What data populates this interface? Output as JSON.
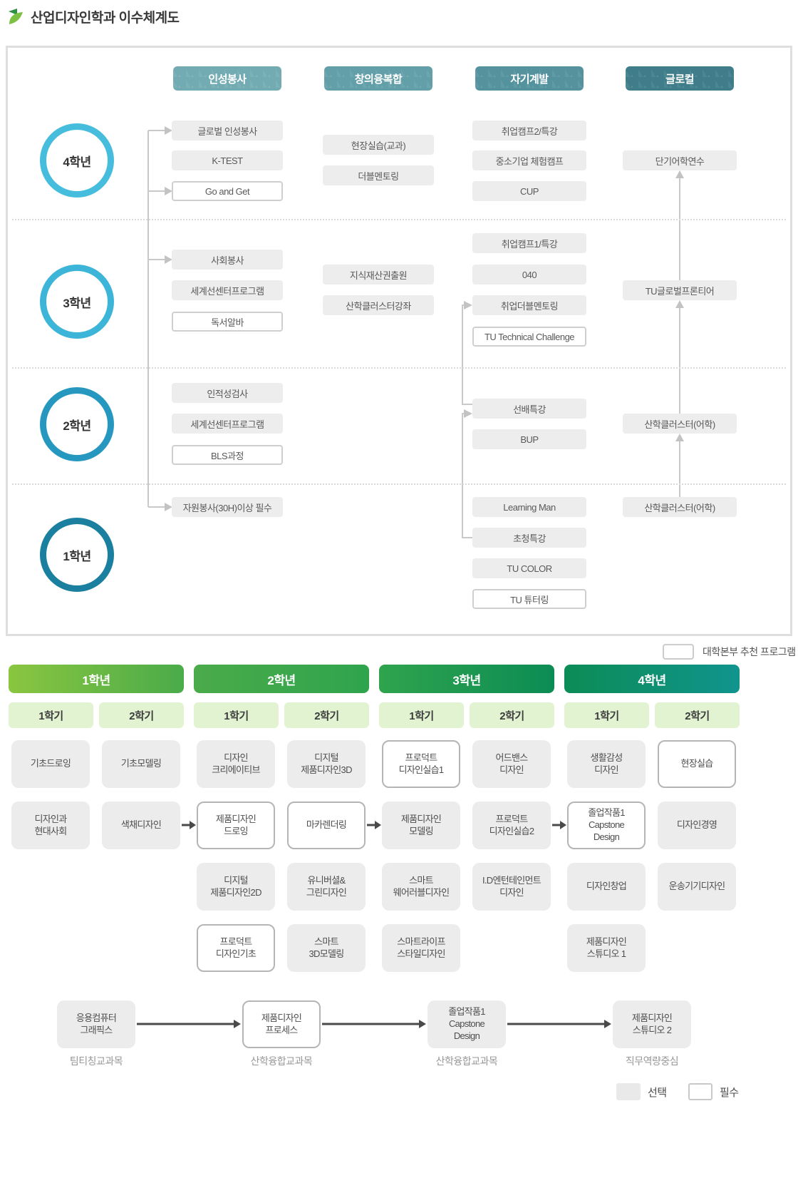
{
  "title": "산업디자인학과 이수체계도",
  "top": {
    "headers": [
      "인성봉사",
      "창의융복합",
      "자기계발",
      "글로컬"
    ],
    "years": [
      "4학년",
      "3학년",
      "2학년",
      "1학년"
    ],
    "y4": {
      "personality": [
        "글로벌 인성봉사",
        "K-TEST",
        "Go and Get"
      ],
      "creative": [
        "현장실습(교과)",
        "더블멘토링"
      ],
      "self": [
        "취업캠프2/특강",
        "중소기업 체험캠프",
        "CUP"
      ],
      "glocal": [
        "단기어학연수"
      ]
    },
    "y3": {
      "personality": [
        "사회봉사",
        "세계선센터프로그램",
        "독서알바"
      ],
      "creative": [
        "지식재산권출원",
        "산학클러스터강좌"
      ],
      "self": [
        "취업캠프1/특강",
        "040",
        "취업더블멘토링",
        "TU Technical Challenge"
      ],
      "glocal": [
        "TU글로벌프론티어"
      ]
    },
    "y2": {
      "personality": [
        "인적성검사",
        "세계선센터프로그램",
        "BLS과정"
      ],
      "self": [
        "선배특강",
        "BUP"
      ],
      "glocal": [
        "산학클러스터(어학)"
      ]
    },
    "y1": {
      "personality": [
        "자원봉사(30H)이상 필수"
      ],
      "self": [
        "Learning Man",
        "초청특강",
        "TU COLOR",
        "TU 튜터링"
      ],
      "glocal": [
        "산학클러스터(어학)"
      ]
    },
    "legend": "대학본부 추천 프로그램"
  },
  "bottom": {
    "years": [
      "1학년",
      "2학년",
      "3학년",
      "4학년"
    ],
    "semesters": [
      "1학기",
      "2학기",
      "1학기",
      "2학기",
      "1학기",
      "2학기",
      "1학기",
      "2학기"
    ],
    "rows": [
      [
        "기초드로잉",
        "기초모델링",
        "디자인\n크리에이티브",
        "디지털\n제품디자인3D",
        "프로덕트\n디자인실습1",
        "어드밴스\n디자인",
        "생활감성\n디자인",
        "현장실습"
      ],
      [
        "디자인과\n현대사회",
        "색채디자인",
        "제품디자인\n드로잉",
        "마카렌더링",
        "제품디자인\n모델링",
        "프로덕트\n디자인실습2",
        "졸업작품1\nCapstone\nDesign",
        "디자인경영"
      ],
      [
        null,
        null,
        "디지털\n제품디자인2D",
        "유니버셜&\n그린디자인",
        "스마트\n웨어러블디자인",
        "I.D엔턴테인먼트\n디자인",
        "디자인창업",
        "운송기기디자인"
      ],
      [
        null,
        null,
        "프로덕트\n디자인기초",
        "스마트\n3D모델링",
        "스마트라이프\n스타일디자인",
        null,
        "제품디자인\n스튜디오 1",
        null
      ]
    ],
    "flow": [
      "응용컴퓨터\n그래픽스",
      "제품디자인\n프로세스",
      "졸업작품1\nCapstone\nDesign",
      "제품디자인\n스튜디오 2"
    ],
    "flow_labels": [
      "팀티칭교과목",
      "산학융합교과목",
      "산학융합교과목",
      "직무역량중심"
    ],
    "legend": {
      "elective": "선택",
      "required": "필수"
    }
  },
  "colors": {
    "header_teal": [
      "#73abb3",
      "#639fa9",
      "#54929e",
      "#3e7d89"
    ],
    "year_circle_blue": [
      "#47bddd",
      "#3cb5d9",
      "#2698c0",
      "#1b7f9f"
    ],
    "year_bar_green": [
      "#8ac63f",
      "#4aab4a",
      "#2fa44d",
      "#0c8c55",
      "#10948d"
    ],
    "semester_chip": "#e2f3d2",
    "elective_box": "#ececec",
    "required_border": "#b5b5b5",
    "connector_gray": "#c9c9c9",
    "flow_arrow_dark": "#4a4a4a"
  }
}
